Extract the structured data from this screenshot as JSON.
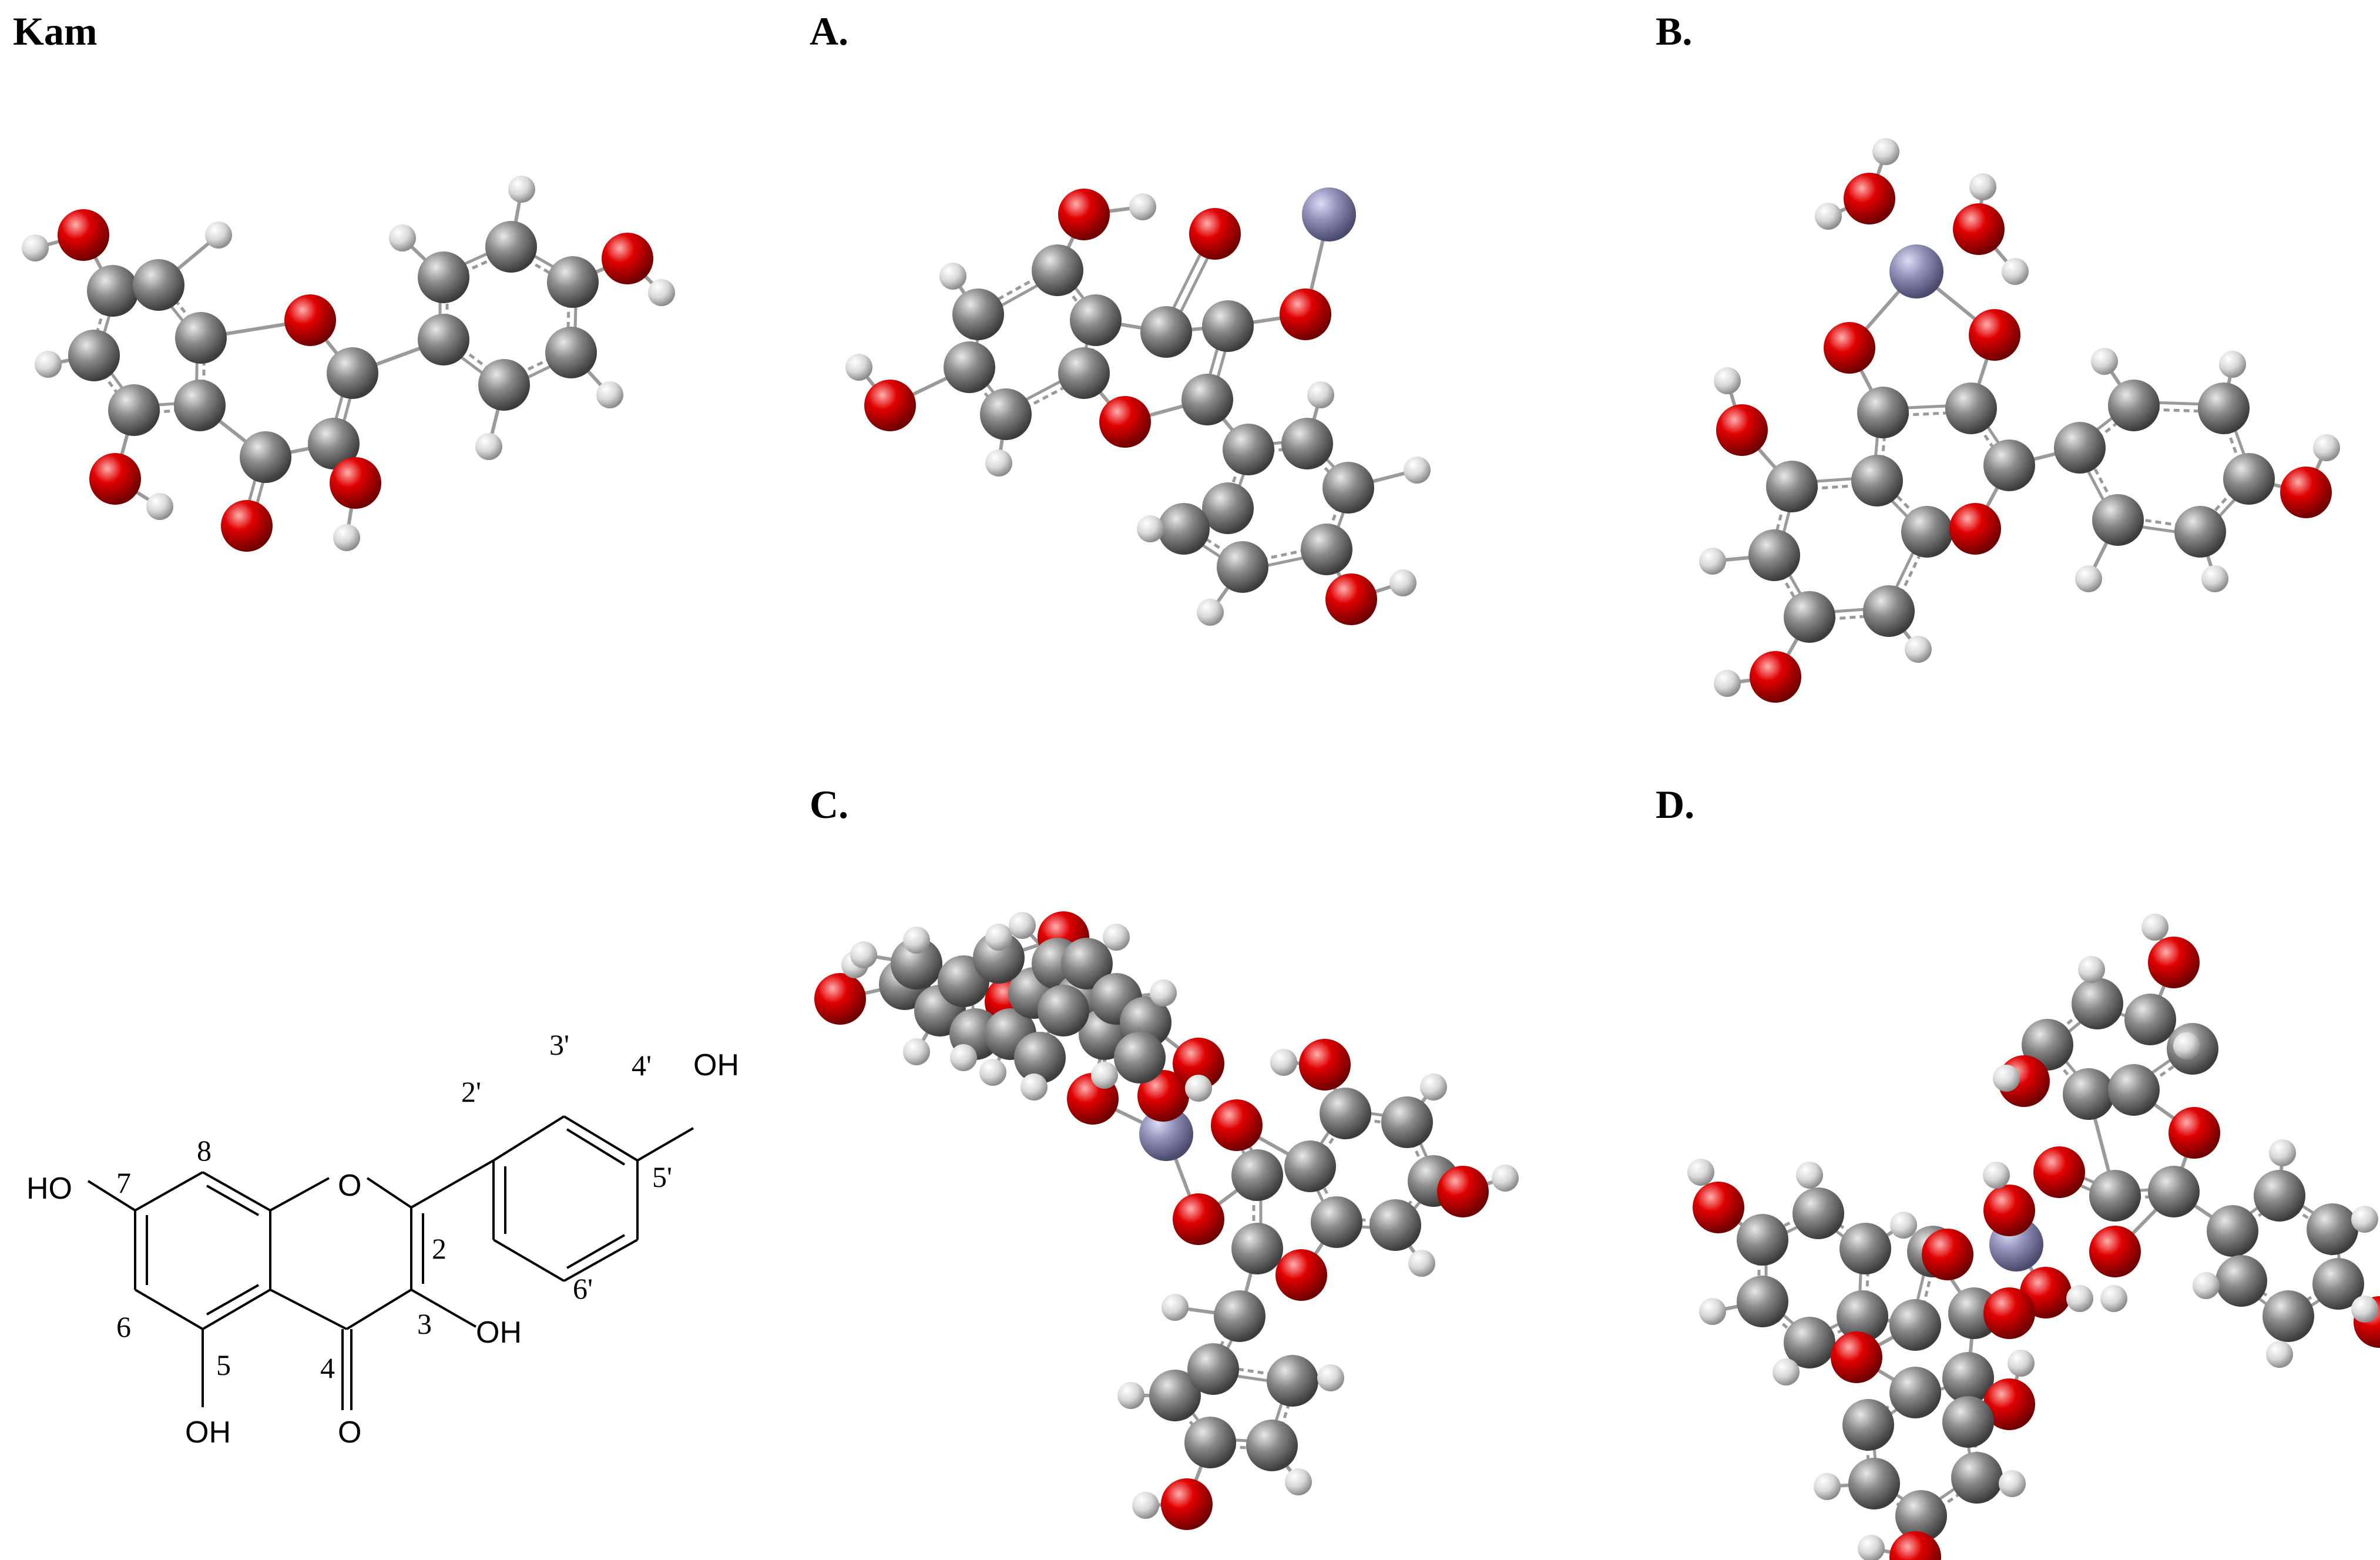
{
  "panels": {
    "kam": "Kam",
    "a": "A.",
    "b": "B.",
    "c": "C.",
    "d": "D."
  },
  "structure": {
    "oh_4p": "OH",
    "oh_7": "HO",
    "oh_3": "OH",
    "oh_5": "OH",
    "ring_o": "O",
    "carbonyl_o": "O",
    "pos_2p": "2'",
    "pos_3p": "3'",
    "pos_4p": "4'",
    "pos_5p": "5'",
    "pos_6p": "6'",
    "pos_2": "2",
    "pos_3": "3",
    "pos_4": "4",
    "pos_5": "5",
    "pos_6": "6",
    "pos_7": "7",
    "pos_8": "8"
  },
  "colors": {
    "carbon": "#808080",
    "oxygen": "#e00000",
    "hydrogen": "#dcdcdc",
    "metal": "#8f8fb8"
  }
}
